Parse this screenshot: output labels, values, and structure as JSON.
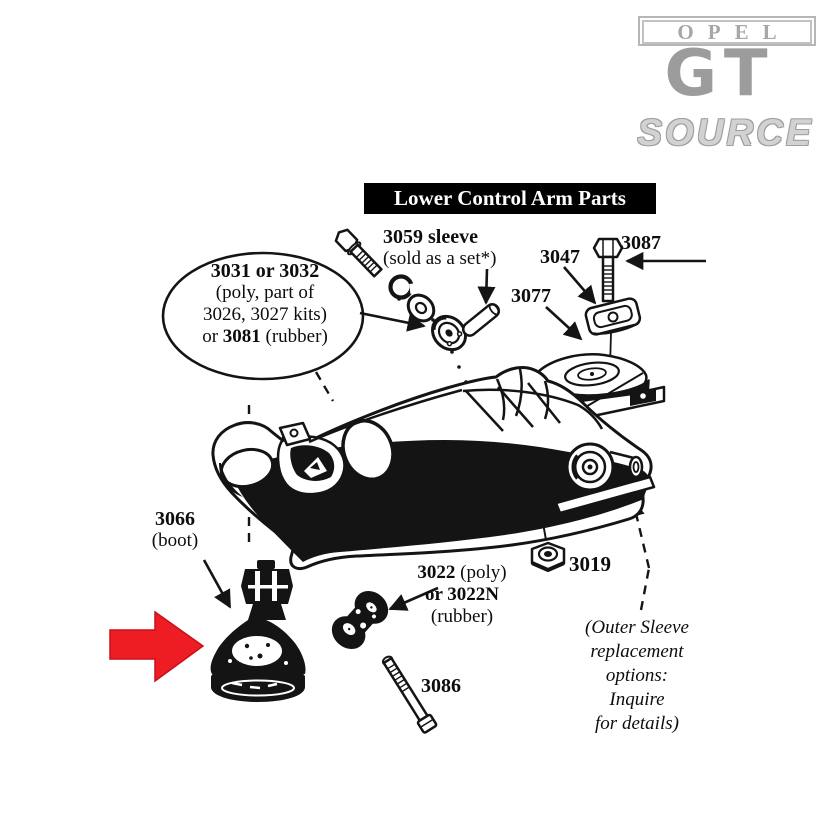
{
  "logo": {
    "opel": "OPEL",
    "gt": "GT",
    "source": "SOURCE"
  },
  "title": "Lower Control Arm Parts",
  "callout_3031": {
    "line1": "3031 or 3032",
    "line2": "(poly, part of",
    "line3": "3026, 3027 kits)",
    "line4_prefix": "or ",
    "line4_number": "3081",
    "line4_suffix": " (rubber)"
  },
  "label_3059": {
    "number": "3059",
    "name": " sleeve",
    "note": "(sold as a set*)"
  },
  "label_3047": {
    "number": "3047"
  },
  "label_3087": {
    "number": "3087"
  },
  "label_3077": {
    "number": "3077"
  },
  "label_3066": {
    "number": "3066",
    "note": "(boot)"
  },
  "label_3022": {
    "number": "3022",
    "note": " (poly)",
    "alt_line": "or 3022N",
    "alt_note": "(rubber)"
  },
  "label_3019": {
    "number": "3019"
  },
  "label_3086": {
    "number": "3086"
  },
  "outer_sleeve_note": {
    "line1": "(Outer Sleeve",
    "line2": "replacement",
    "line3": "options:",
    "line4": "Inquire",
    "line5": "for details)"
  },
  "colors": {
    "highlight_arrow": "#ee1c23",
    "line_ink": "#141414",
    "logo_gray": "#9c9c9c",
    "title_bg": "#000000",
    "title_fg": "#ffffff"
  }
}
